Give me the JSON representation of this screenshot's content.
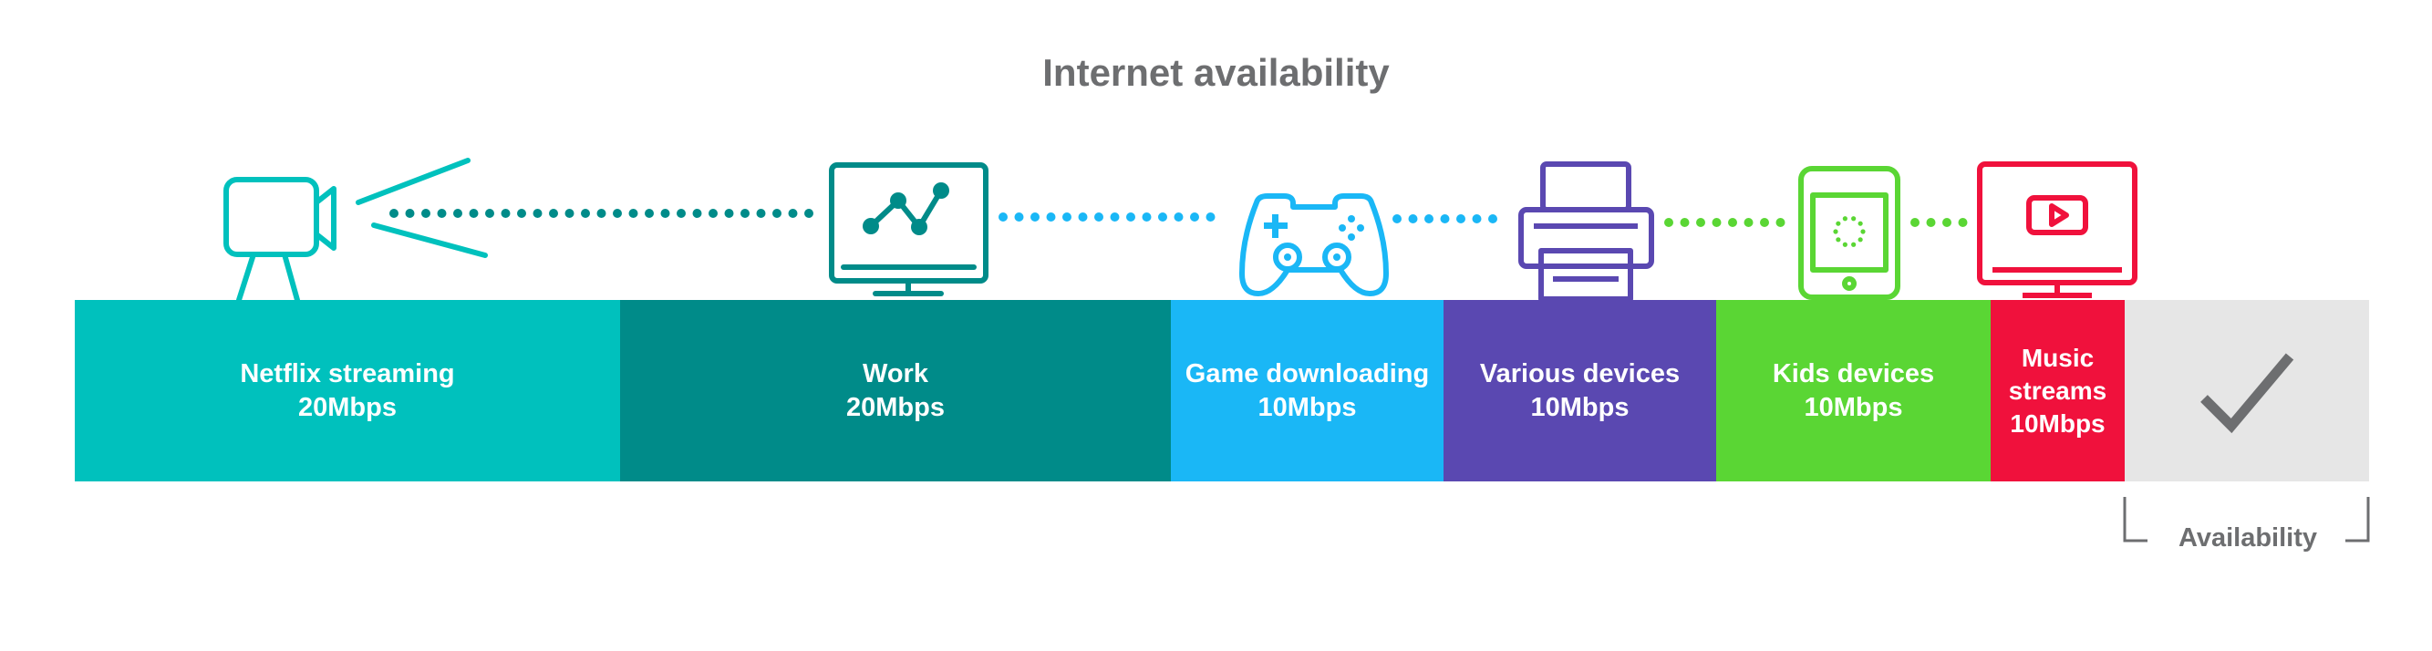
{
  "title": "Internet availability",
  "segments": [
    {
      "name": "Netflix streaming",
      "speed": "20Mbps",
      "color": "#00c1bd",
      "icon": "video-camera-icon"
    },
    {
      "name": "Work",
      "speed": "20Mbps",
      "color": "#008b89",
      "icon": "monitor-chart-icon"
    },
    {
      "name": "Game downloading",
      "speed": "10Mbps",
      "color": "#1ab7f6",
      "icon": "gamepad-icon"
    },
    {
      "name": "Various devices",
      "speed": "10Mbps",
      "color": "#5a48b1",
      "icon": "printer-icon"
    },
    {
      "name": "Kids devices",
      "speed": "10Mbps",
      "color": "#5ad634",
      "icon": "tablet-icon"
    },
    {
      "name_line1": "Music",
      "name_line2": "streams",
      "speed": "10Mbps",
      "color": "#f0113c",
      "icon": "monitor-play-icon"
    }
  ],
  "availability": {
    "label": "Availability",
    "color": "#e6e6e6",
    "icon": "checkmark-icon"
  }
}
